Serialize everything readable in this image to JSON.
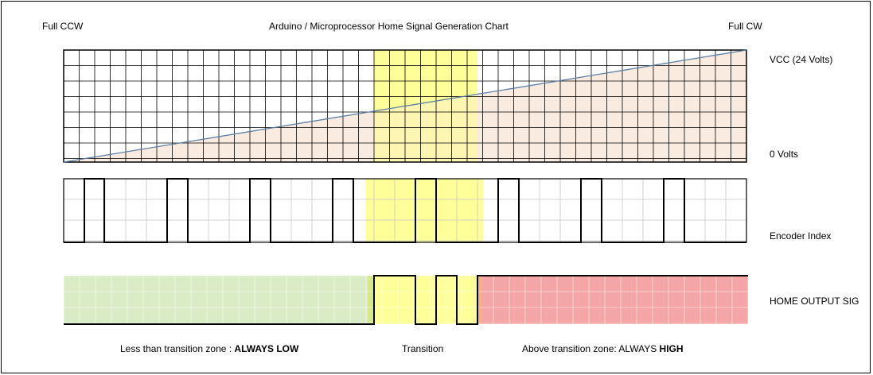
{
  "title": "Arduino / Microprocessor Home Signal Generation Chart",
  "left_end_label": "Full CCW",
  "right_end_label": "Full CW",
  "analog_panel": {
    "top_label": "VCC (24 Volts)",
    "bottom_label": "0 Volts"
  },
  "encoder_panel": {
    "label": "Encoder Index",
    "pulse_count": 8,
    "highlight": "transition-zone"
  },
  "home_panel": {
    "label": "HOME OUTPUT SIG"
  },
  "zones": {
    "low": {
      "text": "Less than transition zone : ",
      "bold": "ALWAYS LOW",
      "color": "#d9ecc6"
    },
    "transition": {
      "text": "Transition",
      "color": "#ffff99"
    },
    "high": {
      "text": "Above transition zone: ALWAYS ",
      "bold": "HIGH",
      "color": "#f4a6a6"
    }
  },
  "colors": {
    "ramp_fill": "#f9e7dc",
    "ramp_line": "#5b7fa3",
    "grid": "#000000",
    "grid_light": "#c8c8c8"
  }
}
